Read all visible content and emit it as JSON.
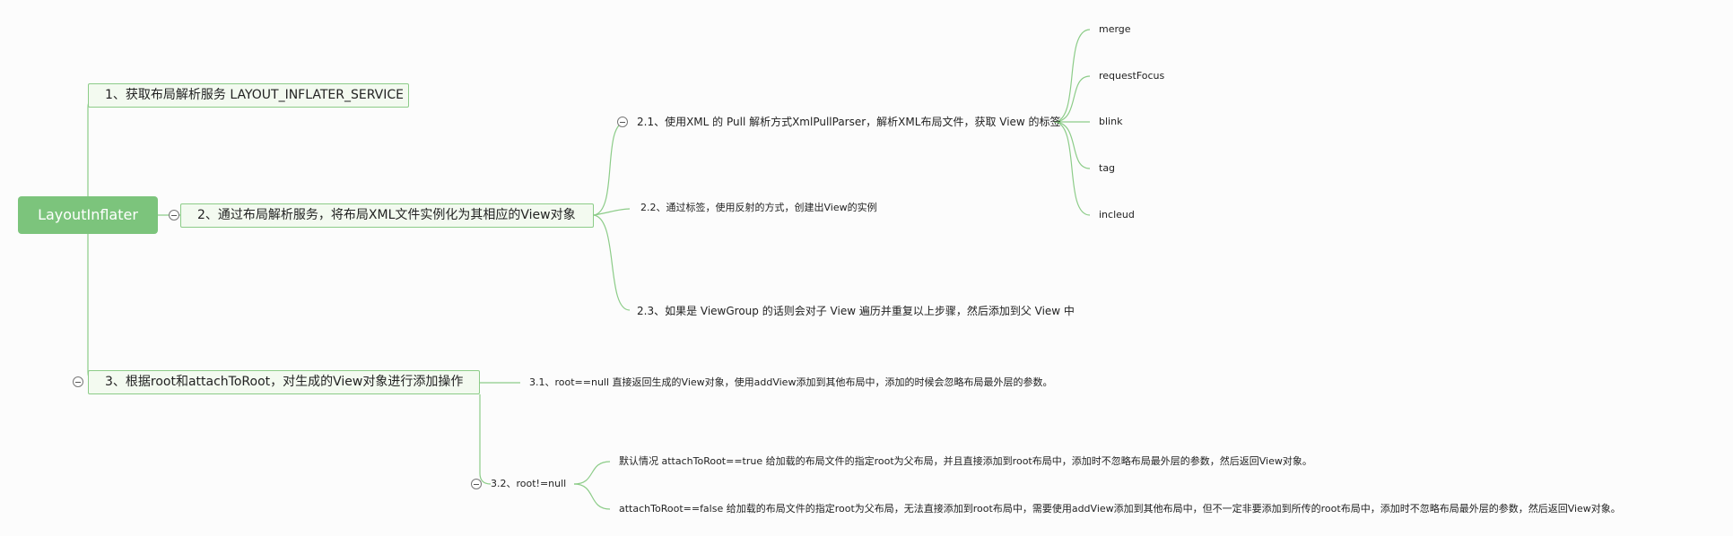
{
  "mindmap": {
    "root": "LayoutInflater",
    "n1": "1、获取布局解析服务 LAYOUT_INFLATER_SERVICE",
    "n2": "2、通过布局解析服务，将布局XML文件实例化为其相应的View对象",
    "n2_1": "2.1、使用XML 的 Pull 解析方式XmlPullParser，解析XML布局文件，获取 View 的标签",
    "tags": [
      "merge",
      "requestFocus",
      "blink",
      "tag",
      "incleud"
    ],
    "n2_2": "2.2、通过标签，使用反射的方式，创建出View的实例",
    "n2_3": "2.3、如果是 ViewGroup 的话则会对子 View 遍历并重复以上步骤，然后添加到父 View 中",
    "n3": "3、根据root和attachToRoot，对生成的View对象进行添加操作",
    "n3_1": "3.1、root==null 直接返回生成的View对象，使用addView添加到其他布局中，添加的时候会忽略布局最外层的参数。",
    "n3_2": "3.2、root!=null",
    "n3_2_a": "默认情况 attachToRoot==true 给加载的布局文件的指定root为父布局，并且直接添加到root布局中，添加时不忽略布局最外层的参数，然后返回View对象。",
    "n3_2_b": "attachToRoot==false 给加载的布局文件的指定root为父布局，无法直接添加到root布局中，需要使用addView添加到其他布局中，但不一定非要添加到所传的root布局中，添加时不忽略布局最外层的参数，然后返回View对象。"
  },
  "colors": {
    "connector": "#8ccc88",
    "root_fill": "#7cc47c",
    "box_fill": "#f3faf0",
    "box_border": "#8ccc88"
  }
}
